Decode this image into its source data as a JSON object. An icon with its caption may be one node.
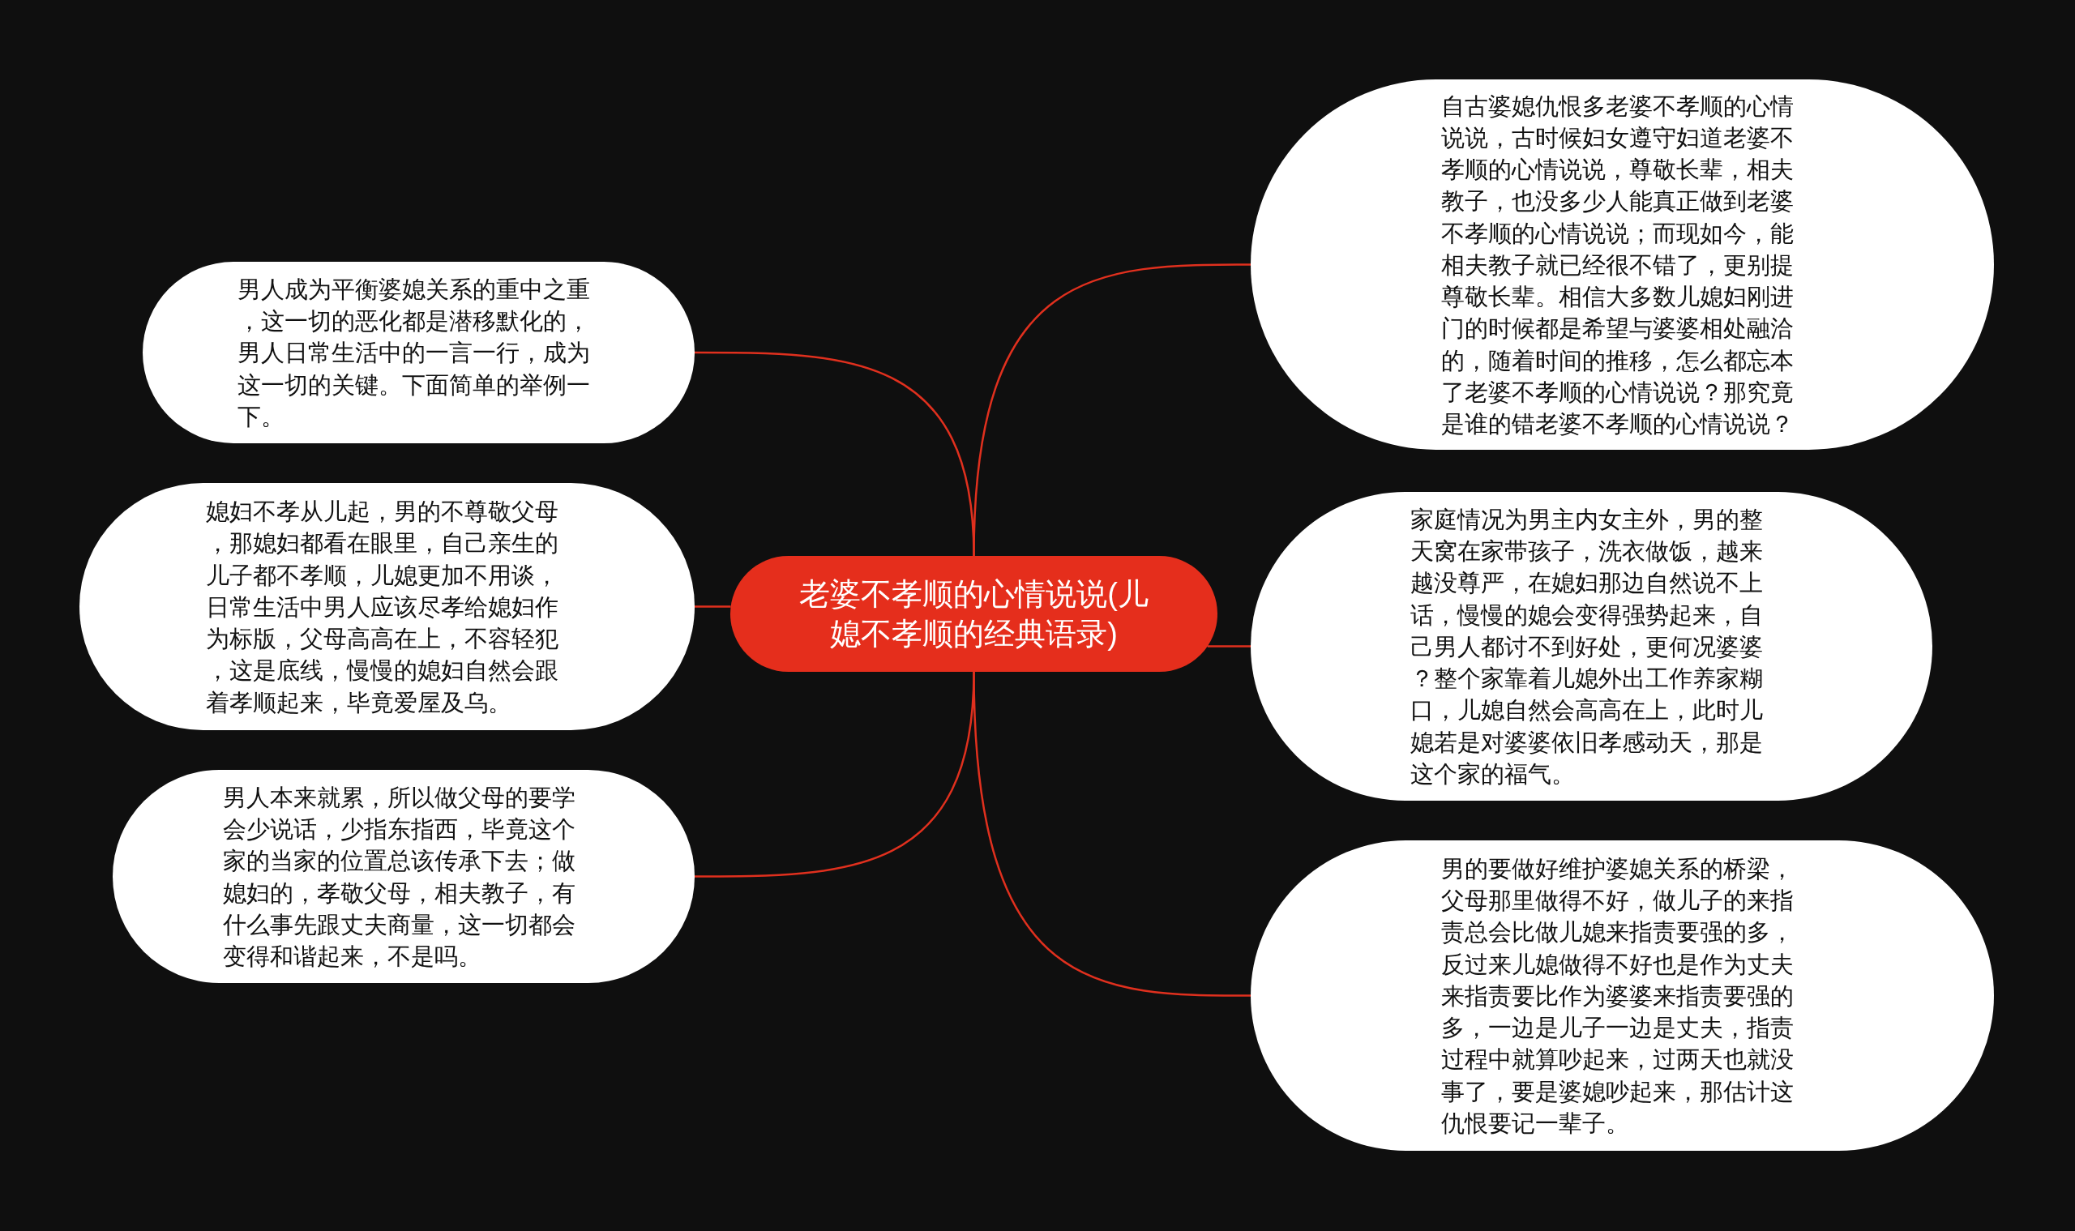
{
  "diagram": {
    "nodes": [
      {
        "text": [
          "老婆不孝顺的心情说说(儿媳不孝顺的经典语录)"
        ]
      },
      {
        "text": [
          "男人成为平衡婆媳关系的重中之重，这一切的恶化都是潜移默化的，男人日常生活中的一言一行，成为这一切的关键。下面简单的举例一下。"
        ]
      },
      {
        "text": [
          "媳妇不孝从儿起，男的不尊敬父母，那媳妇都看在眼里，自己亲生的儿子都不孝顺，儿媳更加不用谈，日常生活中男人应该尽孝给媳妇作为标版，父母高高在上，不容轻犯，这是底线，慢慢的媳妇自然会跟着孝顺起来，毕竟爱屋及乌。"
        ]
      },
      {
        "text": [
          "男人本来就累，所以做父母的要学会少说话，少指东指西，毕竟这个家的当家的位置总该传承下去；做媳妇的，孝敬父母，相夫教子，有什么事先跟丈夫商量，这一切都会变得和谐起来，不是吗。"
        ]
      },
      {
        "text": [
          "自古婆媳仇恨多老婆不孝顺的心情说说，古时候妇女遵守妇道老婆不孝顺的心情说说，尊敬长辈，相夫教子，也没多少人能真正做到老婆不孝顺的心情说说；而现如今，能相夫教子就已经很不错了，更别提尊敬长辈。相信大多数儿媳妇刚进门的时候都是希望与婆婆相处融洽的，随着时间的推移，怎么都忘本了老婆不孝顺的心情说说？那究竟是谁的错老婆不孝顺的心情说说？"
        ]
      },
      {
        "text": [
          "家庭情况为男主内女主外，男的整天窝在家带孩子，洗衣做饭，越来越没尊严，在媳妇那边自然说不上话，慢慢的媳会变得强势起来，自己男人都讨不到好处，更何况婆婆？整个家靠着儿媳外出工作养家糊口，儿媳自然会高高在上，此时儿媳若是对婆婆依旧孝感动天，那是这个家的福气。"
        ]
      },
      {
        "text": [
          "男的要做好维护婆媳关系的桥梁，父母那里做得不好，做儿子的来指责总会比做儿媳来指责要强的多，反过来儿媳做得不好也是作为丈夫来指责要比作为婆婆来指责要强的多，一边是儿子一边是丈夫，指责过程中就算吵起来，过两天也就没事了，要是婆媳吵起来，那估计这仇恨要记一辈子。"
        ]
      }
    ],
    "edges": [
      {
        "from": 0,
        "to": 1,
        "arrow": "none"
      },
      {
        "from": 0,
        "to": 2,
        "arrow": "none"
      },
      {
        "from": 0,
        "to": 3,
        "arrow": "none"
      },
      {
        "from": 0,
        "to": 4,
        "arrow": "none"
      },
      {
        "from": 0,
        "to": 5,
        "arrow": "none"
      },
      {
        "from": 0,
        "to": 6,
        "arrow": "none"
      }
    ]
  }
}
